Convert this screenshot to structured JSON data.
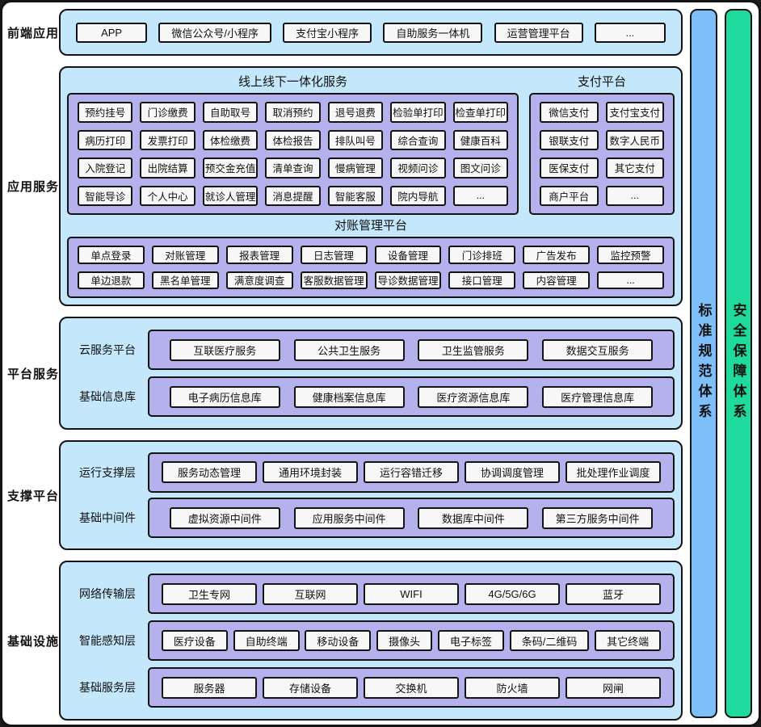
{
  "diagram": {
    "title_hint": "医院线上线下一体化服务平台总体架构图",
    "colors": {
      "layer_panel": "#c4e7fc",
      "group_panel": "#b5b1ec",
      "box_fill": "#f7f7f7",
      "border": "#141414",
      "standards_bar": "#7ebef9",
      "security_bar": "#1eda9c"
    },
    "layers": {
      "frontend": {
        "label": "前端应用",
        "boxes": [
          "APP",
          "微信公众号/小程序",
          "支付宝小程序",
          "自助服务一体机",
          "运营管理平台",
          "..."
        ]
      },
      "application": {
        "label": "应用服务",
        "online_offline": {
          "title": "线上线下一体化服务",
          "boxes": [
            "预约挂号",
            "门诊缴费",
            "自助取号",
            "取消预约",
            "退号退费",
            "检验单打印",
            "检查单打印",
            "病历打印",
            "发票打印",
            "体检缴费",
            "体检报告",
            "排队叫号",
            "综合查询",
            "健康百科",
            "入院登记",
            "出院结算",
            "预交金充值",
            "清单查询",
            "慢病管理",
            "视频问诊",
            "图文问诊",
            "智能导诊",
            "个人中心",
            "就诊人管理",
            "消息提醒",
            "智能客服",
            "院内导航",
            "..."
          ]
        },
        "payment": {
          "title": "支付平台",
          "boxes": [
            "微信支付",
            "支付宝支付",
            "银联支付",
            "数字人民币",
            "医保支付",
            "其它支付",
            "商户平台",
            "..."
          ]
        },
        "reconciliation": {
          "title": "对账管理平台",
          "boxes": [
            "单点登录",
            "对账管理",
            "报表管理",
            "日志管理",
            "设备管理",
            "门诊排班",
            "广告发布",
            "监控预警",
            "单边退款",
            "黑名单管理",
            "满意度调查",
            "客服数据管理",
            "导诊数据管理",
            "接口管理",
            "内容管理",
            "..."
          ]
        }
      },
      "platform": {
        "label": "平台服务",
        "rows": [
          {
            "label": "云服务平台",
            "boxes": [
              "互联医疗服务",
              "公共卫生服务",
              "卫生监管服务",
              "数据交互服务"
            ]
          },
          {
            "label": "基础信息库",
            "boxes": [
              "电子病历信息库",
              "健康档案信息库",
              "医疗资源信息库",
              "医疗管理信息库"
            ]
          }
        ]
      },
      "support": {
        "label": "支撑平台",
        "rows": [
          {
            "label": "运行支撑层",
            "boxes": [
              "服务动态管理",
              "通用环境封装",
              "运行容错迁移",
              "协调调度管理",
              "批处理作业调度"
            ]
          },
          {
            "label": "基础中间件",
            "boxes": [
              "虚拟资源中间件",
              "应用服务中间件",
              "数据库中间件",
              "第三方服务中间件"
            ]
          }
        ]
      },
      "infrastructure": {
        "label": "基础设施",
        "rows": [
          {
            "label": "网络传输层",
            "boxes": [
              "卫生专网",
              "互联网",
              "WIFI",
              "4G/5G/6G",
              "蓝牙"
            ]
          },
          {
            "label": "智能感知层",
            "boxes": [
              "医疗设备",
              "自助终端",
              "移动设备",
              "摄像头",
              "电子标签",
              "条码/二维码",
              "其它终端"
            ]
          },
          {
            "label": "基础服务层",
            "boxes": [
              "服务器",
              "存储设备",
              "交换机",
              "防火墙",
              "网闸"
            ]
          }
        ]
      }
    },
    "side_bars": {
      "standards": {
        "label": "标准规范体系"
      },
      "security": {
        "label": "安全保障体系"
      }
    }
  }
}
